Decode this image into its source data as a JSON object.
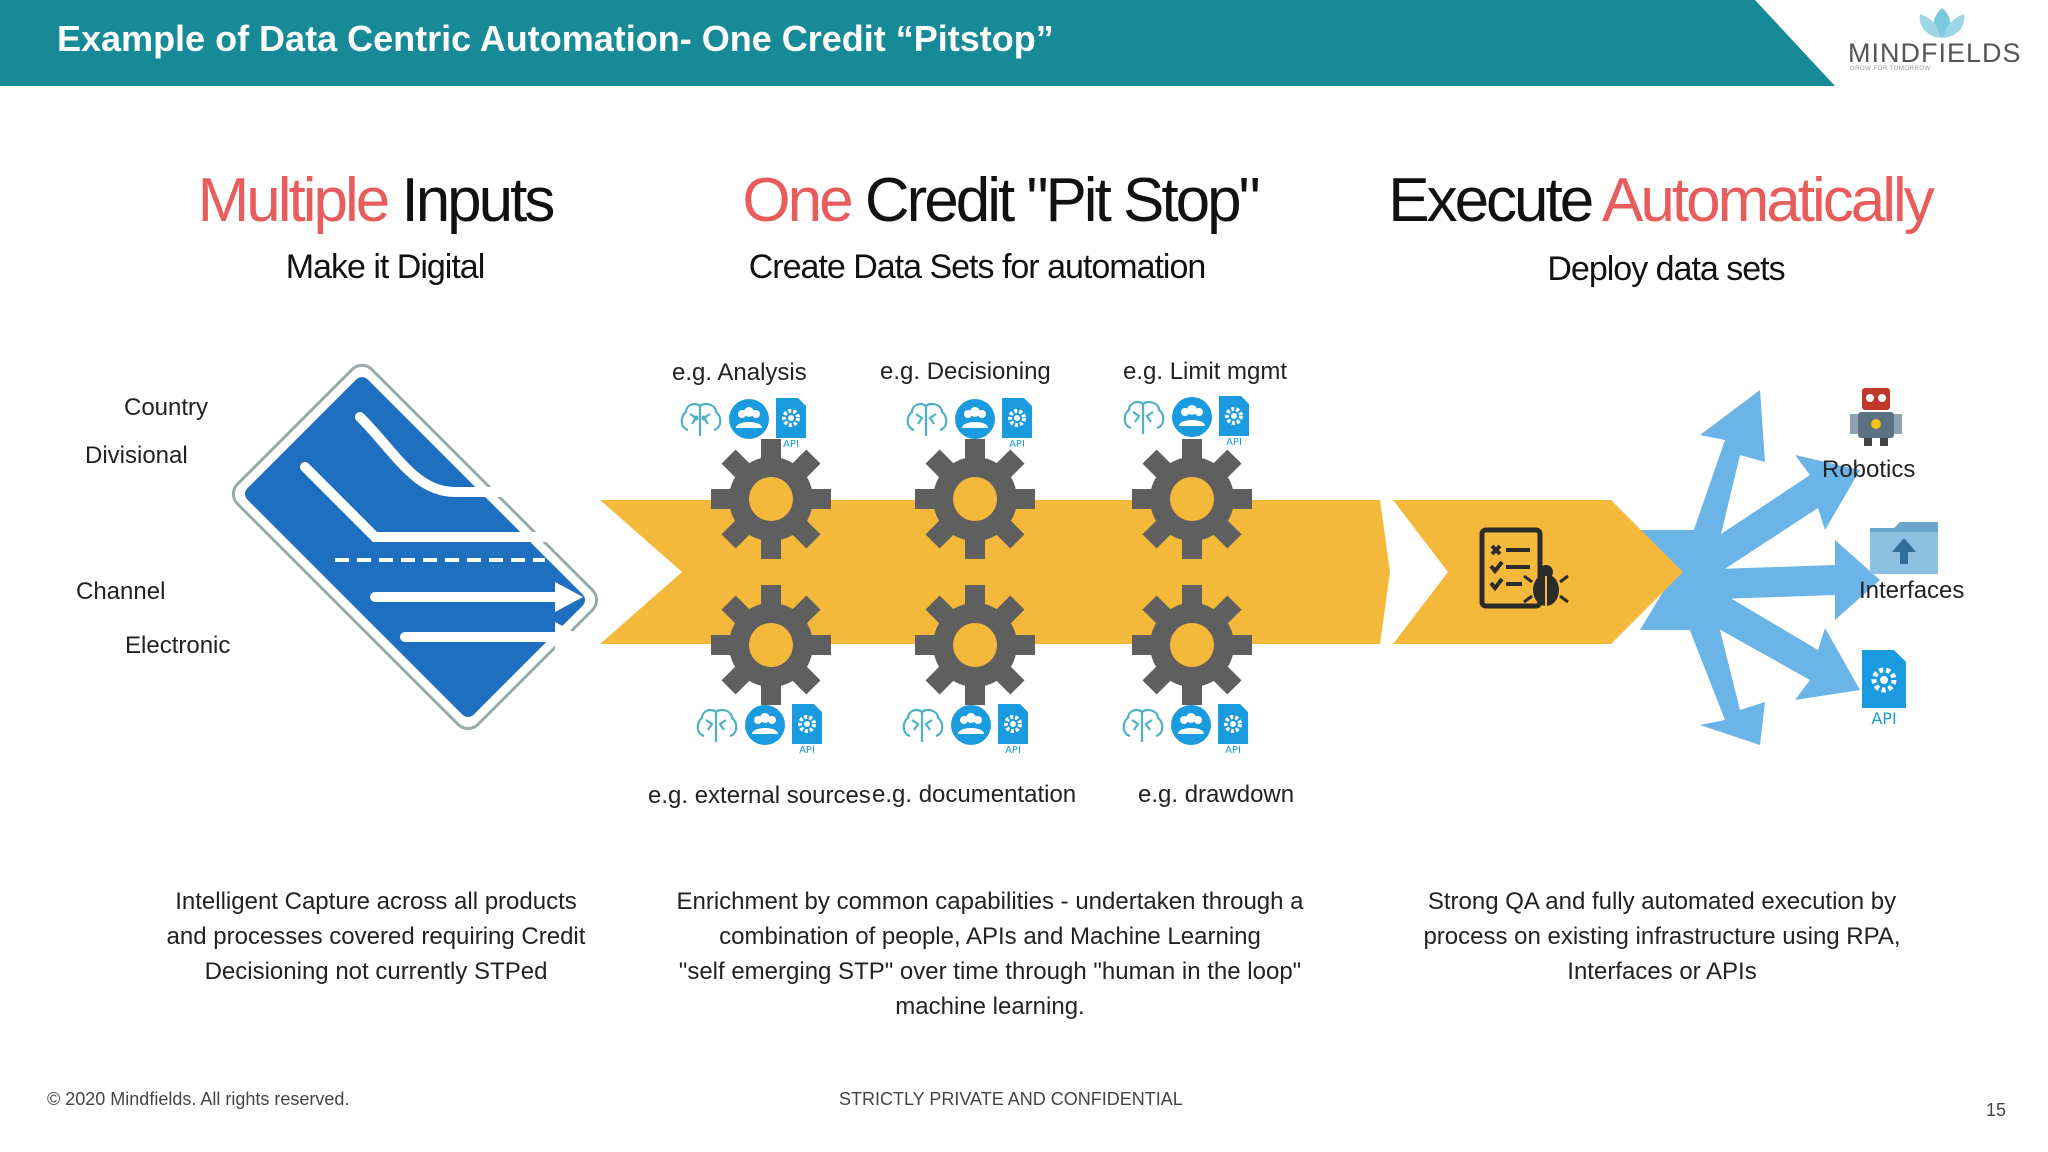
{
  "header": {
    "title": "Example of Data Centric Automation- One Credit “Pitstop”",
    "bg_color": "#168a96"
  },
  "logo": {
    "name": "MINDFIELDS",
    "tagline": "GROW FOR TOMORROW",
    "icon": "lotus-icon"
  },
  "columns": [
    {
      "title_a": "Multiple",
      "title_b": " Inputs",
      "subtitle": "Make it Digital",
      "description": [
        "Intelligent Capture across all products",
        "and processes covered requiring Credit",
        "Decisioning not currently STPed"
      ]
    },
    {
      "title_a": "One",
      "title_b": " Credit \"Pit Stop\"",
      "subtitle": "Create Data Sets for automation",
      "description": [
        "Enrichment by common capabilities - undertaken through a",
        "combination of people, APIs and Machine Learning",
        "\"self emerging STP\" over time through \"human in the loop\"",
        "machine learning."
      ]
    },
    {
      "title_a": "Execute",
      "title_b": " Automatically",
      "subtitle": "Deploy data sets",
      "description": [
        "Strong QA  and fully automated execution by",
        "process on existing infrastructure using RPA,",
        "Interfaces or APIs"
      ]
    }
  ],
  "inputs": [
    "Country",
    "Divisional",
    "Channel",
    "Electronic"
  ],
  "examples_top": [
    "e.g. Analysis",
    "e.g. Decisioning",
    "e.g. Limit mgmt"
  ],
  "examples_bottom": [
    "e.g. external sources",
    "e.g. documentation",
    "e.g. drawdown"
  ],
  "outputs": [
    "Robotics",
    "Interfaces"
  ],
  "api_label": "API",
  "colors": {
    "accent_red": "#e85c5c",
    "arrow_yellow": "#f4b93a",
    "gear_gray": "#5f5f5f",
    "sign_blue": "#1f6fc0",
    "burst_blue": "#6ab4e8",
    "icon_blue": "#1a9be0"
  },
  "footer": {
    "copyright": "© 2020 Mindfields. All rights reserved.",
    "confidential": "STRICTLY PRIVATE AND CONFIDENTIAL",
    "page": "15"
  }
}
